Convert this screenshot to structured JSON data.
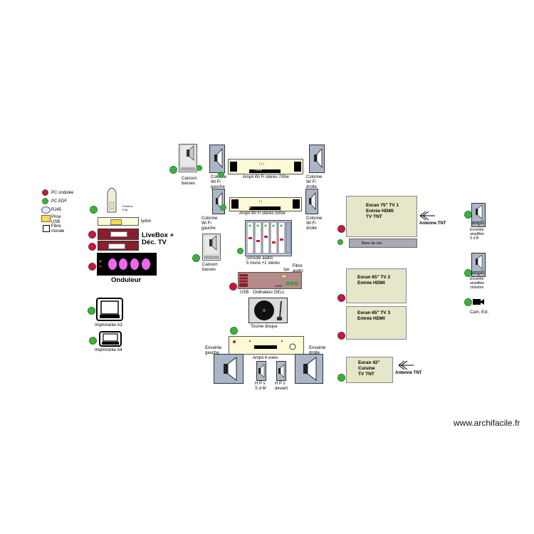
{
  "legend": {
    "items": [
      {
        "label": "PC ondulée",
        "icon": "red-dot-icon"
      },
      {
        "label": "PC EDF",
        "icon": "green-dot-icon"
      },
      {
        "label": "RJ45",
        "icon": "rj45-icon"
      },
      {
        "label": "Prise USB",
        "icon": "usb-icon"
      },
      {
        "label": "Fibre murale",
        "icon": "fiber-icon"
      }
    ]
  },
  "equipment": {
    "freebox_label": "Freebox Pop",
    "lydon_label": "lydon",
    "livebox_label": "LiveBox +\nDéc. TV",
    "onduleur_label": "Onduleur",
    "printer_a3_label": "Imprimante A3",
    "printer_a4_label": "Imprimante A4",
    "caisson_top_label": "Caisson\nbasses",
    "caisson_bottom_label": "Caisson\nbasses",
    "col_wifi_gauche_1": "Colonne\nWi Fi\ngauche",
    "col_wifi_droite_1": "Colonne\nWi Fi\ndroite",
    "col_wifi_gauche_2": "Colonne\nWi Fi\ngauche",
    "col_wifi_droite_2": "Colonne\nWi Fi\ndroite",
    "amp700_screen": "700w",
    "amp700_label": "Ampli Wi Fi stéréo 700w",
    "amp500_screen": "500w",
    "amp500_label": "Ampli Wi Fi stéréo 500w",
    "console_label": "console audio\n5 mono +1 stéréo",
    "fibre_audio_label": "Fibre\naudio",
    "spk_label": "Spk",
    "hdmi_label": "HDMI",
    "usb_label": "USB",
    "ordinateur_label": "Ordinateur DELL",
    "tourne_disque_label": "Tourne disque",
    "ampli4_label": "Ampli 4 voies",
    "enceinte_gauche": "Enceinte\ngauche",
    "enceinte_droite": "Enceinte\ndroite",
    "hp_sdm": "H P s\nS d M",
    "hp_devant": "H P s\ndevant",
    "barre_son": "Barre de son",
    "antenne_tnt_1": "Antenne TNT",
    "antenne_tnt_2": "Antenne TNT",
    "enceinte_sdb": "Enceinte\namplifiée\nS d B",
    "enceinte_chambre": "Enceinte\namplifiée\nchambre",
    "ampli_word_1": "ampli",
    "ampli_word_2": "ampli",
    "cam_ext": "Cam. Ext."
  },
  "tvs": [
    {
      "text": "Eoran 75\" TV 1\nEntrée HDMI\nTV TNT"
    },
    {
      "text": "Eoran 65\" TV 2\nEntrée HDMI"
    },
    {
      "text": "Eoran 65\" TV 3\nEntrée HDMI"
    },
    {
      "text": "Eoran 42\"\nCuisine\nTV TNT"
    }
  ],
  "watermark": "www.archifacile.fr"
}
